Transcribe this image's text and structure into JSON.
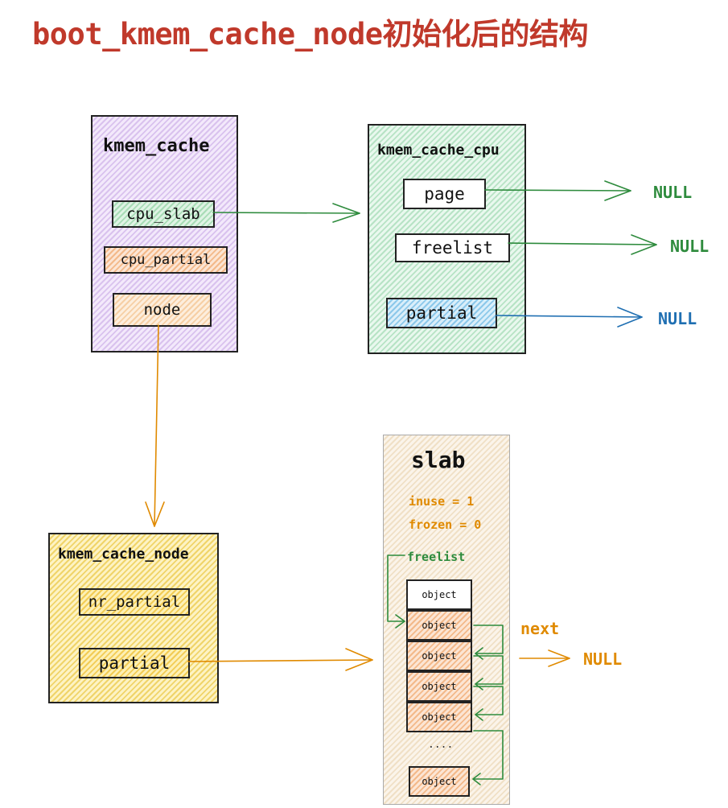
{
  "title": "boot_kmem_cache_node初始化后的结构",
  "kmem_cache": {
    "label": "kmem_cache",
    "fields": {
      "cpu_slab": "cpu_slab",
      "cpu_partial": "cpu_partial",
      "node": "node"
    }
  },
  "kmem_cache_cpu": {
    "label": "kmem_cache_cpu",
    "fields": {
      "page": "page",
      "freelist": "freelist",
      "partial": "partial"
    }
  },
  "kmem_cache_node": {
    "label": "kmem_cache_node",
    "fields": {
      "nr_partial": "nr_partial",
      "partial": "partial"
    }
  },
  "slab": {
    "label": "slab",
    "inuse": "inuse = 1",
    "frozen": "frozen = 0",
    "freelist": "freelist",
    "objects": [
      "object",
      "object",
      "object",
      "object",
      "object",
      "....",
      "object"
    ],
    "next_label": "next"
  },
  "null_labels": {
    "page": "NULL",
    "freelist": "NULL",
    "partial": "NULL",
    "next": "NULL"
  },
  "colors": {
    "title": "#c0392b",
    "green": "#2e8b3d",
    "blue": "#1f6fb2",
    "orange": "#e08a00"
  },
  "icons": [
    "arrow-right-icon",
    "arrow-down-icon"
  ]
}
